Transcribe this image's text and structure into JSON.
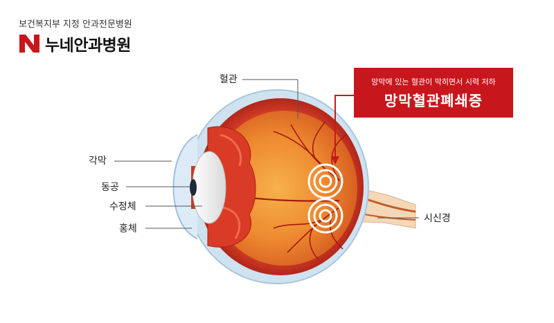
{
  "header": {
    "subtitle": "보건복지부 지정 안과전문병원",
    "brand_name": "누네안과병원",
    "logo_icon": "n-logo-icon",
    "brand_color": "#c8161d"
  },
  "callout": {
    "description": "망막에 있는 혈관이 막히면서 시력 저하",
    "title": "망막혈관폐쇄증"
  },
  "labels": {
    "blood_vessel": "혈관",
    "cornea": "각막",
    "pupil": "동공",
    "lens": "수정체",
    "iris": "홍체",
    "optic_nerve": "시신경"
  }
}
